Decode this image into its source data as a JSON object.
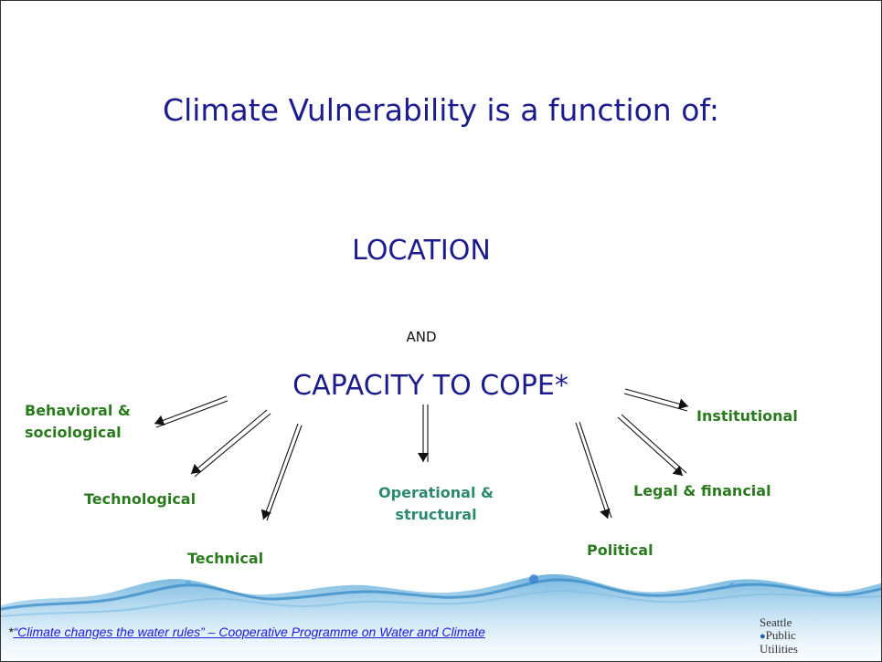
{
  "slide": {
    "title": "Climate Vulnerability is a function of:",
    "location": "LOCATION",
    "conjunction": "AND",
    "capacity": "CAPACITY TO COPE*"
  },
  "factors": {
    "behavioral": [
      "Behavioral &",
      "sociological"
    ],
    "technological": "Technological",
    "technical": "Technical",
    "operational": [
      "Operational &",
      "structural"
    ],
    "political": "Political",
    "legal": "Legal & financial",
    "institutional": "Institutional"
  },
  "footnote": {
    "prefix": "*",
    "link_text": "“Climate changes the water rules” – Cooperative Programme on Water and Climate"
  },
  "logo": {
    "line1": "Seattle",
    "line2": "Public",
    "line3": "Utilities",
    "icon": "spu-swirl-icon"
  },
  "colors": {
    "title_blue": "#1c1c8c",
    "factor_green": "#2a7a1e",
    "factor_teal": "#2b8a6e",
    "link_blue": "#1a1ad8"
  }
}
